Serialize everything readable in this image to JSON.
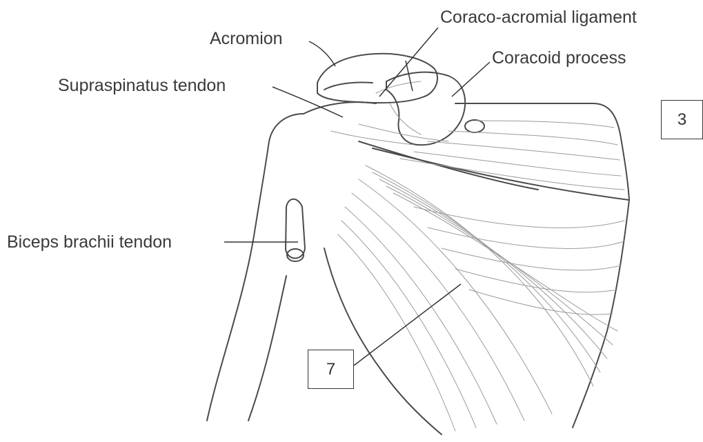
{
  "labels": {
    "acromion": "Acromion",
    "coraco_acromial_ligament": "Coraco-acromial ligament",
    "coracoid_process": "Coracoid process",
    "supraspinatus_tendon": "Supraspinatus tendon",
    "biceps_brachii_tendon": "Biceps brachii tendon"
  },
  "boxes": {
    "box_3": "3",
    "box_7": "7"
  },
  "colors": {
    "outline": "#4a4a4a",
    "shading": "#9a9a9a",
    "leader": "#333333"
  }
}
